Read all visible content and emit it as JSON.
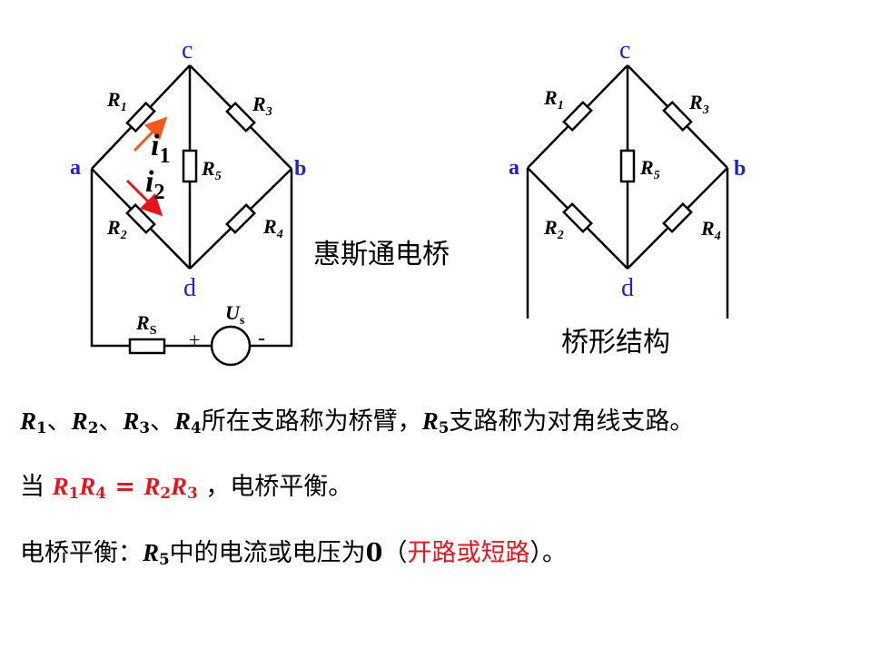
{
  "left_circuit": {
    "nodes": {
      "a": "a",
      "b": "b",
      "c": "c",
      "d": "d"
    },
    "resistors": {
      "r1": "R",
      "r1_sub": "1",
      "r2": "R",
      "r2_sub": "2",
      "r3": "R",
      "r3_sub": "3",
      "r4": "R",
      "r4_sub": "4",
      "r5": "R",
      "r5_sub": "5",
      "rs": "R",
      "rs_sub": "S"
    },
    "currents": {
      "i1": "i",
      "i1_sub": "1",
      "i2": "i",
      "i2_sub": "2"
    },
    "source": {
      "label": "U",
      "label_sub": "s",
      "plus": "+",
      "minus": "-"
    },
    "caption": "惠斯通电桥"
  },
  "right_circuit": {
    "nodes": {
      "a": "a",
      "b": "b",
      "c": "c",
      "d": "d"
    },
    "resistors": {
      "r1": "R",
      "r1_sub": "1",
      "r2": "R",
      "r2_sub": "2",
      "r3": "R",
      "r3_sub": "3",
      "r4": "R",
      "r4_sub": "4",
      "r5": "R",
      "r5_sub": "5"
    },
    "caption": "桥形结构"
  },
  "text": {
    "line1": {
      "r1": "R",
      "r1_sub": "1",
      "sep1": "、",
      "r2": "R",
      "r2_sub": "2",
      "sep2": "、",
      "r3": "R",
      "r3_sub": "3",
      "sep3": "、",
      "r4": "R",
      "r4_sub": "4",
      "mid": "所在支路称为桥臂，",
      "r5": "R",
      "r5_sub": "5",
      "end": "支路称为对角线支路。"
    },
    "line2": {
      "prefix": "当 ",
      "lhs_a": "R",
      "lhs_a_sub": "1",
      "lhs_b": "R",
      "lhs_b_sub": "4",
      "eq": " = ",
      "rhs_a": "R",
      "rhs_a_sub": "2",
      "rhs_b": "R",
      "rhs_b_sub": "3",
      "suffix": " ，电桥平衡。"
    },
    "line3": {
      "prefix": "电桥平衡：",
      "r5": "R",
      "r5_sub": "5",
      "mid": "中的电流或电压为",
      "zero": "0",
      "paren_open": "（",
      "red": "开路或短路",
      "paren_close": "）。"
    }
  },
  "colors": {
    "node_label": "#1f1fd6",
    "arrow_i1": "#f05a1a",
    "arrow_i2": "#e8141b",
    "highlight": "#e8141b",
    "wire": "#000000"
  }
}
